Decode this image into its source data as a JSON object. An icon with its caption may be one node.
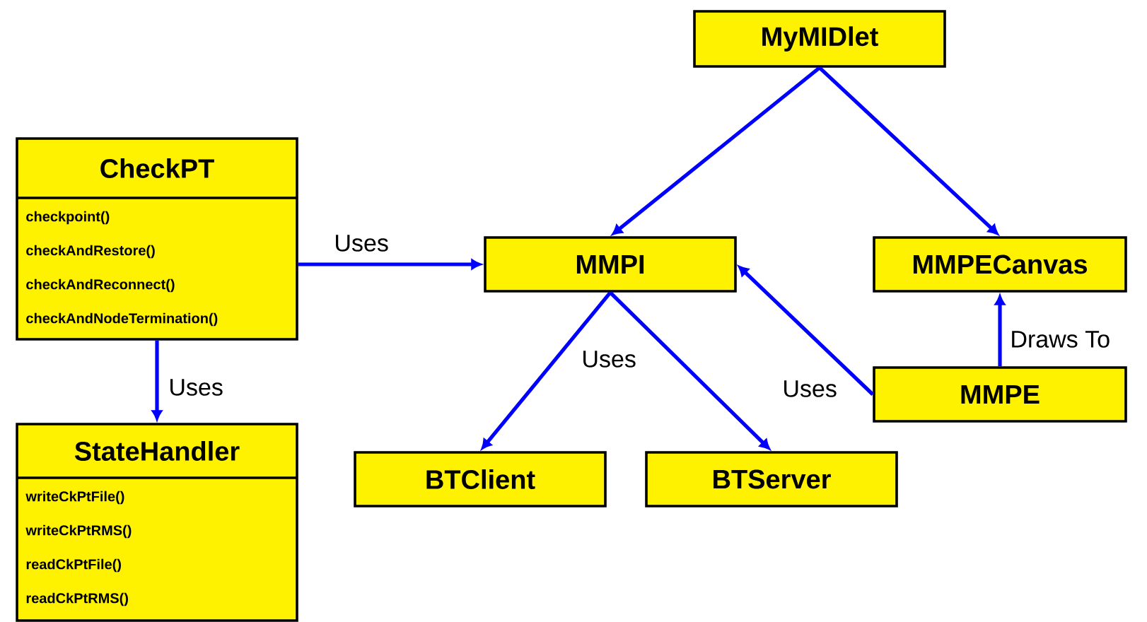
{
  "diagram": {
    "nodes": [
      {
        "text": [
          "MyMIDlet"
        ]
      },
      {
        "text": [
          "CheckPT",
          "checkpoint()",
          "checkAndRestore()",
          "checkAndReconnect()",
          "checkAndNodeTermination()"
        ]
      },
      {
        "text": [
          "MMPI"
        ]
      },
      {
        "text": [
          "MMPECanvas"
        ]
      },
      {
        "text": [
          "MMPE"
        ]
      },
      {
        "text": [
          "StateHandler",
          "writeCkPtFile()",
          "writeCkPtRMS()",
          "readCkPtFile()",
          "readCkPtRMS()"
        ]
      },
      {
        "text": [
          "BTClient"
        ]
      },
      {
        "text": [
          "BTServer"
        ]
      }
    ],
    "edges": [
      {
        "from": 0,
        "to": 2,
        "arrow": "to"
      },
      {
        "from": 0,
        "to": 3,
        "arrow": "to"
      },
      {
        "from": 1,
        "to": 2,
        "arrow": "to",
        "label": "Uses"
      },
      {
        "from": 1,
        "to": 5,
        "arrow": "to",
        "label": "Uses"
      },
      {
        "from": 2,
        "to": 6,
        "arrow": "to",
        "label": "Uses"
      },
      {
        "from": 2,
        "to": 7,
        "arrow": "to"
      },
      {
        "from": 4,
        "to": 2,
        "arrow": "to",
        "label": "Uses"
      },
      {
        "from": 4,
        "to": 3,
        "arrow": "to",
        "label": "Draws To"
      }
    ]
  }
}
